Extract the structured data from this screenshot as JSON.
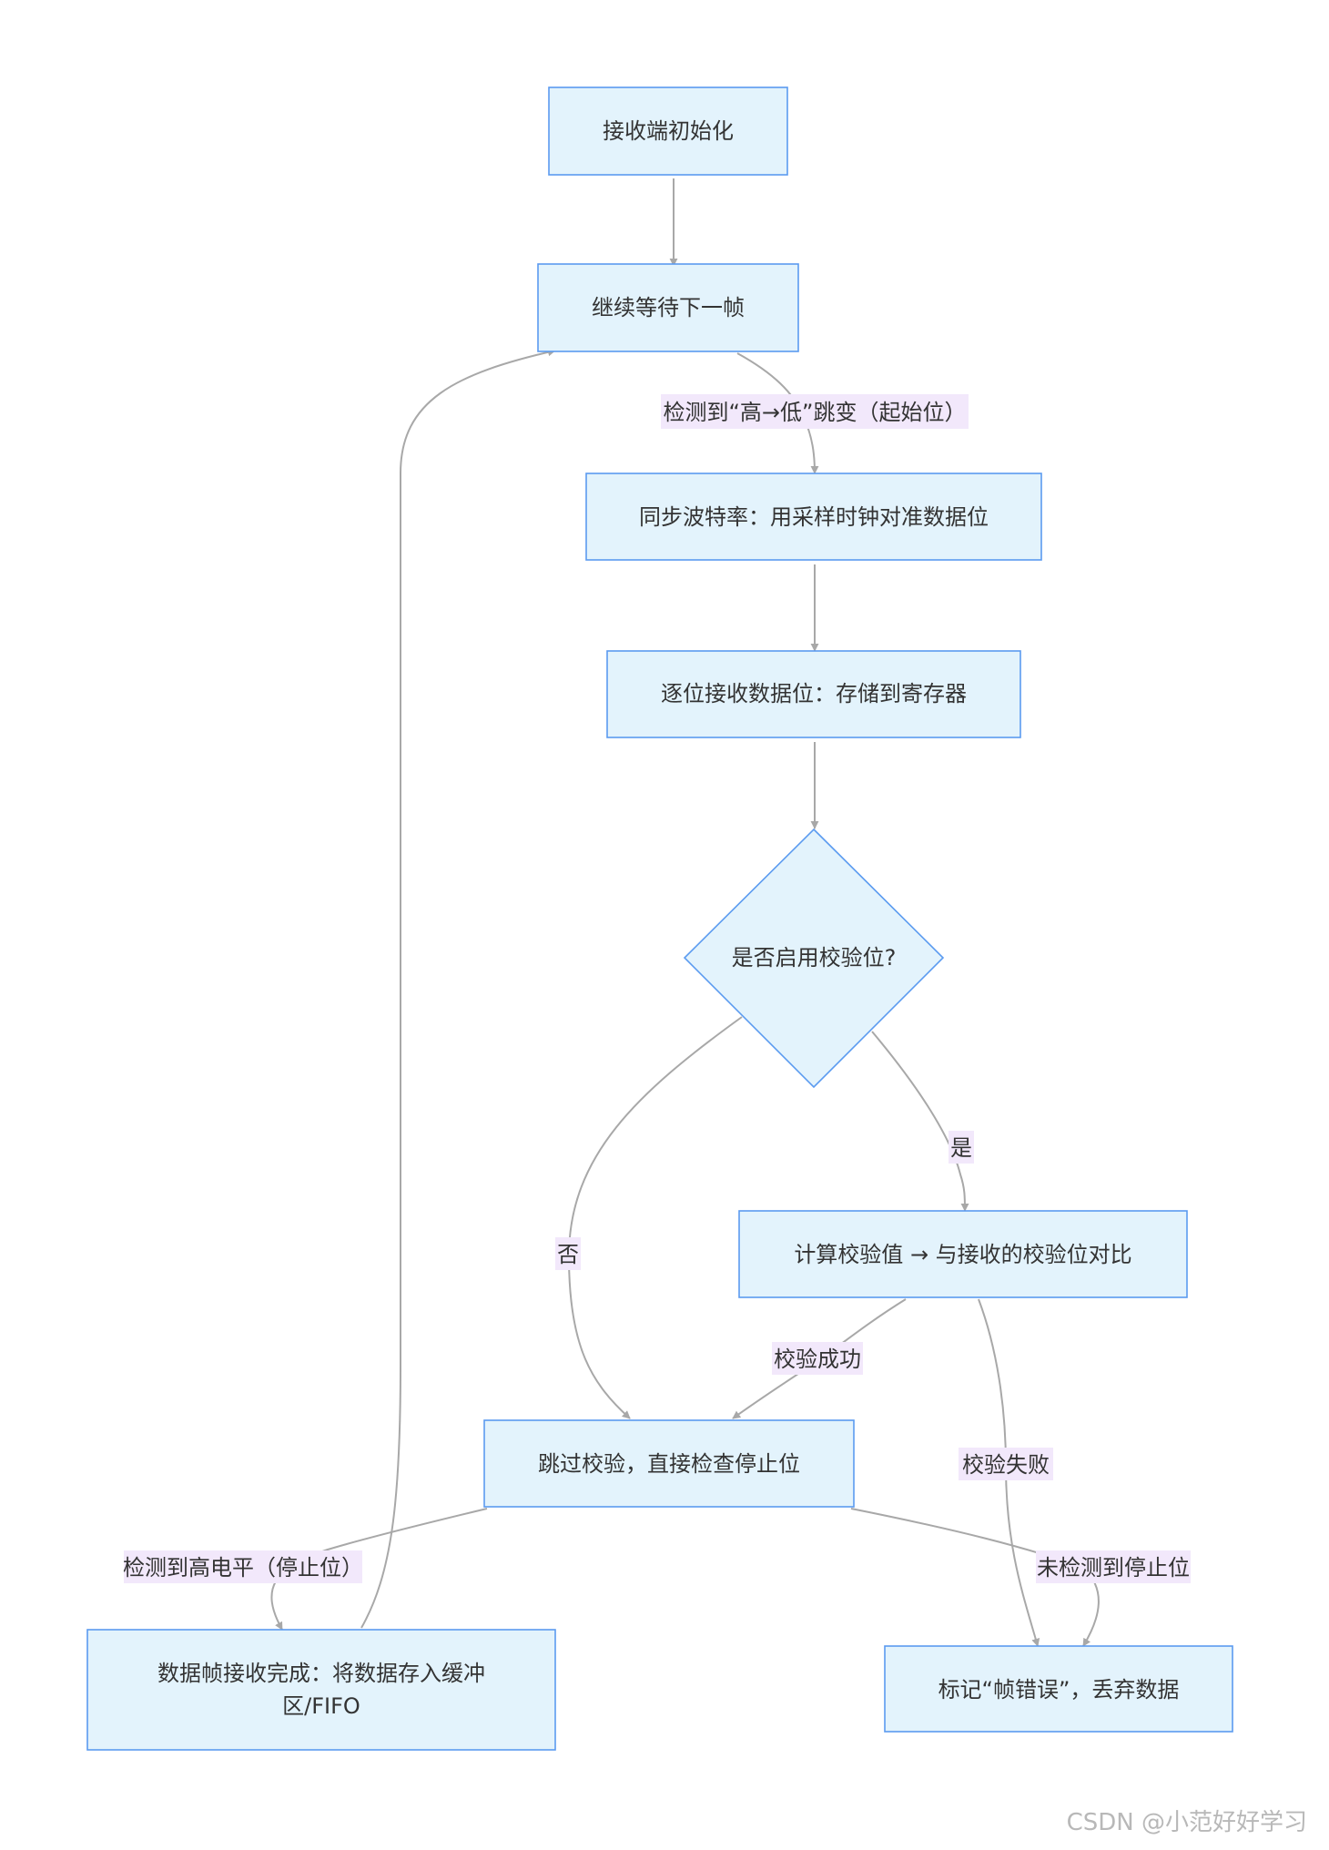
{
  "nodes": {
    "init": "接收端初始化",
    "wait": "继续等待下一帧",
    "sync": "同步波特率：用采样时钟对准数据位",
    "recv": "逐位接收数据位：存储到寄存器",
    "decision": "是否启用校验位?",
    "calc": "计算校验值 → 与接收的校验位对比",
    "skip": "跳过校验，直接检查停止位",
    "done_line1": "数据帧接收完成：将数据存入缓冲",
    "done_line2": "区/FIFO",
    "error": "标记“帧错误”，丢弃数据"
  },
  "edges": {
    "start_bit": "检测到“高→低”跳变（起始位）",
    "yes": "是",
    "no": "否",
    "check_ok": "校验成功",
    "check_fail": "校验失败",
    "stop_high": "检测到高电平（停止位）",
    "stop_missing": "未检测到停止位"
  },
  "watermark": "CSDN @小范好好学习",
  "colors": {
    "node_fill": "#e3f3fc",
    "node_border": "#5b9bf0",
    "edge": "#a8a8a8",
    "label_bg": "#f2e8fb"
  }
}
